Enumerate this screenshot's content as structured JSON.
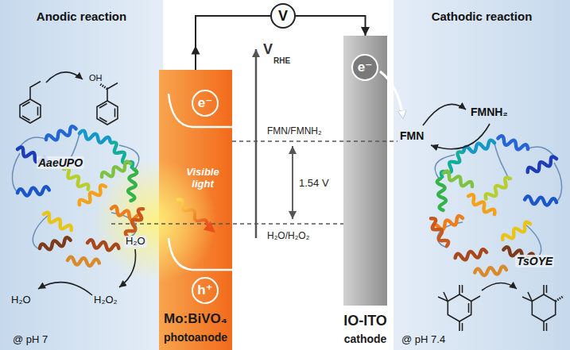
{
  "diagram": {
    "nodes": [
      {
        "text": [
          "Anodic reaction",
          "@ pH 7"
        ]
      },
      {
        "text": [
          "Mo:BiVO₄",
          "photoanode"
        ]
      },
      {
        "text": [
          "e⁻"
        ],
        "in": 1
      },
      {
        "text": [
          "h⁺"
        ],
        "in": 1
      },
      {
        "text": [
          "V"
        ]
      },
      {
        "text": [
          "IO-ITO",
          "cathode"
        ]
      },
      {
        "text": [
          "e⁻"
        ],
        "in": 5
      },
      {
        "text": [
          "Cathodic reaction",
          "@ pH 7.4"
        ]
      }
    ],
    "edges": [
      {
        "from": 1,
        "to": 4,
        "arrow": "to"
      },
      {
        "from": 4,
        "to": 5,
        "arrow": "to"
      }
    ],
    "labels": [
      "Visible light",
      "OH",
      "AaeUPO",
      "H₂O",
      "H₂O₂",
      "H₂O",
      "V",
      "RHE",
      "FMN/FMNH₂",
      "1.54 V",
      "H₂O/H₂O₂",
      "FMN",
      "FMNH₂",
      "TsOYE"
    ]
  }
}
